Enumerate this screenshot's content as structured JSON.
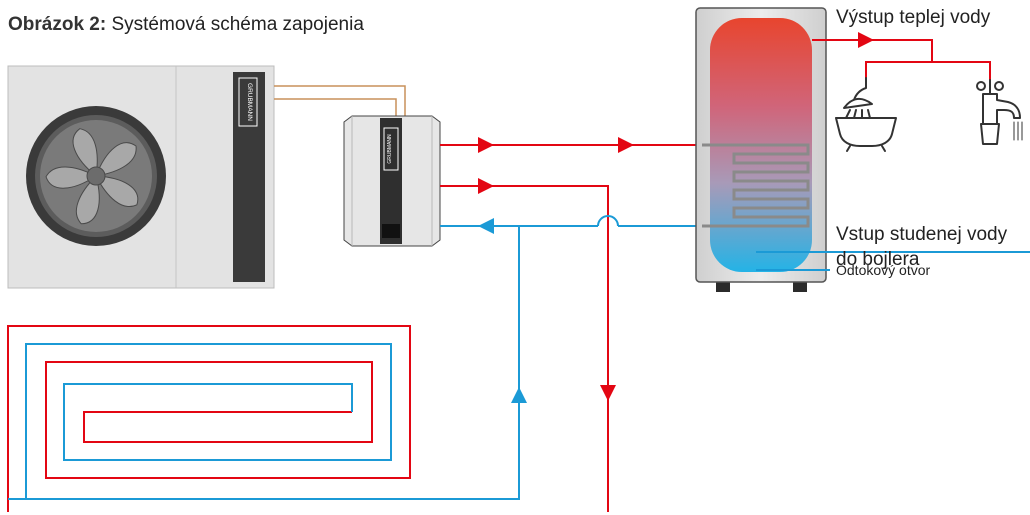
{
  "figure": {
    "caption_label": "Obrázok 2:",
    "caption_text": " Systémová schéma zapojenia"
  },
  "labels": {
    "hot_water_out": "Výstup teplej vody",
    "cold_water_in_line1": "Vstup studenej vody",
    "cold_water_in_line2": "do bojlera",
    "drain": "Odtokový otvor"
  },
  "brand": "GRUBMANN",
  "colors": {
    "hot_pipe": "#e30613",
    "cold_pipe": "#1b9ad6",
    "signal_cable": "#c8915a",
    "unit_body": "#e3e3e3",
    "unit_dark": "#3a3a3a"
  },
  "icons": {
    "bath": "bathtub-shower-icon",
    "faucet": "faucet-icon"
  }
}
